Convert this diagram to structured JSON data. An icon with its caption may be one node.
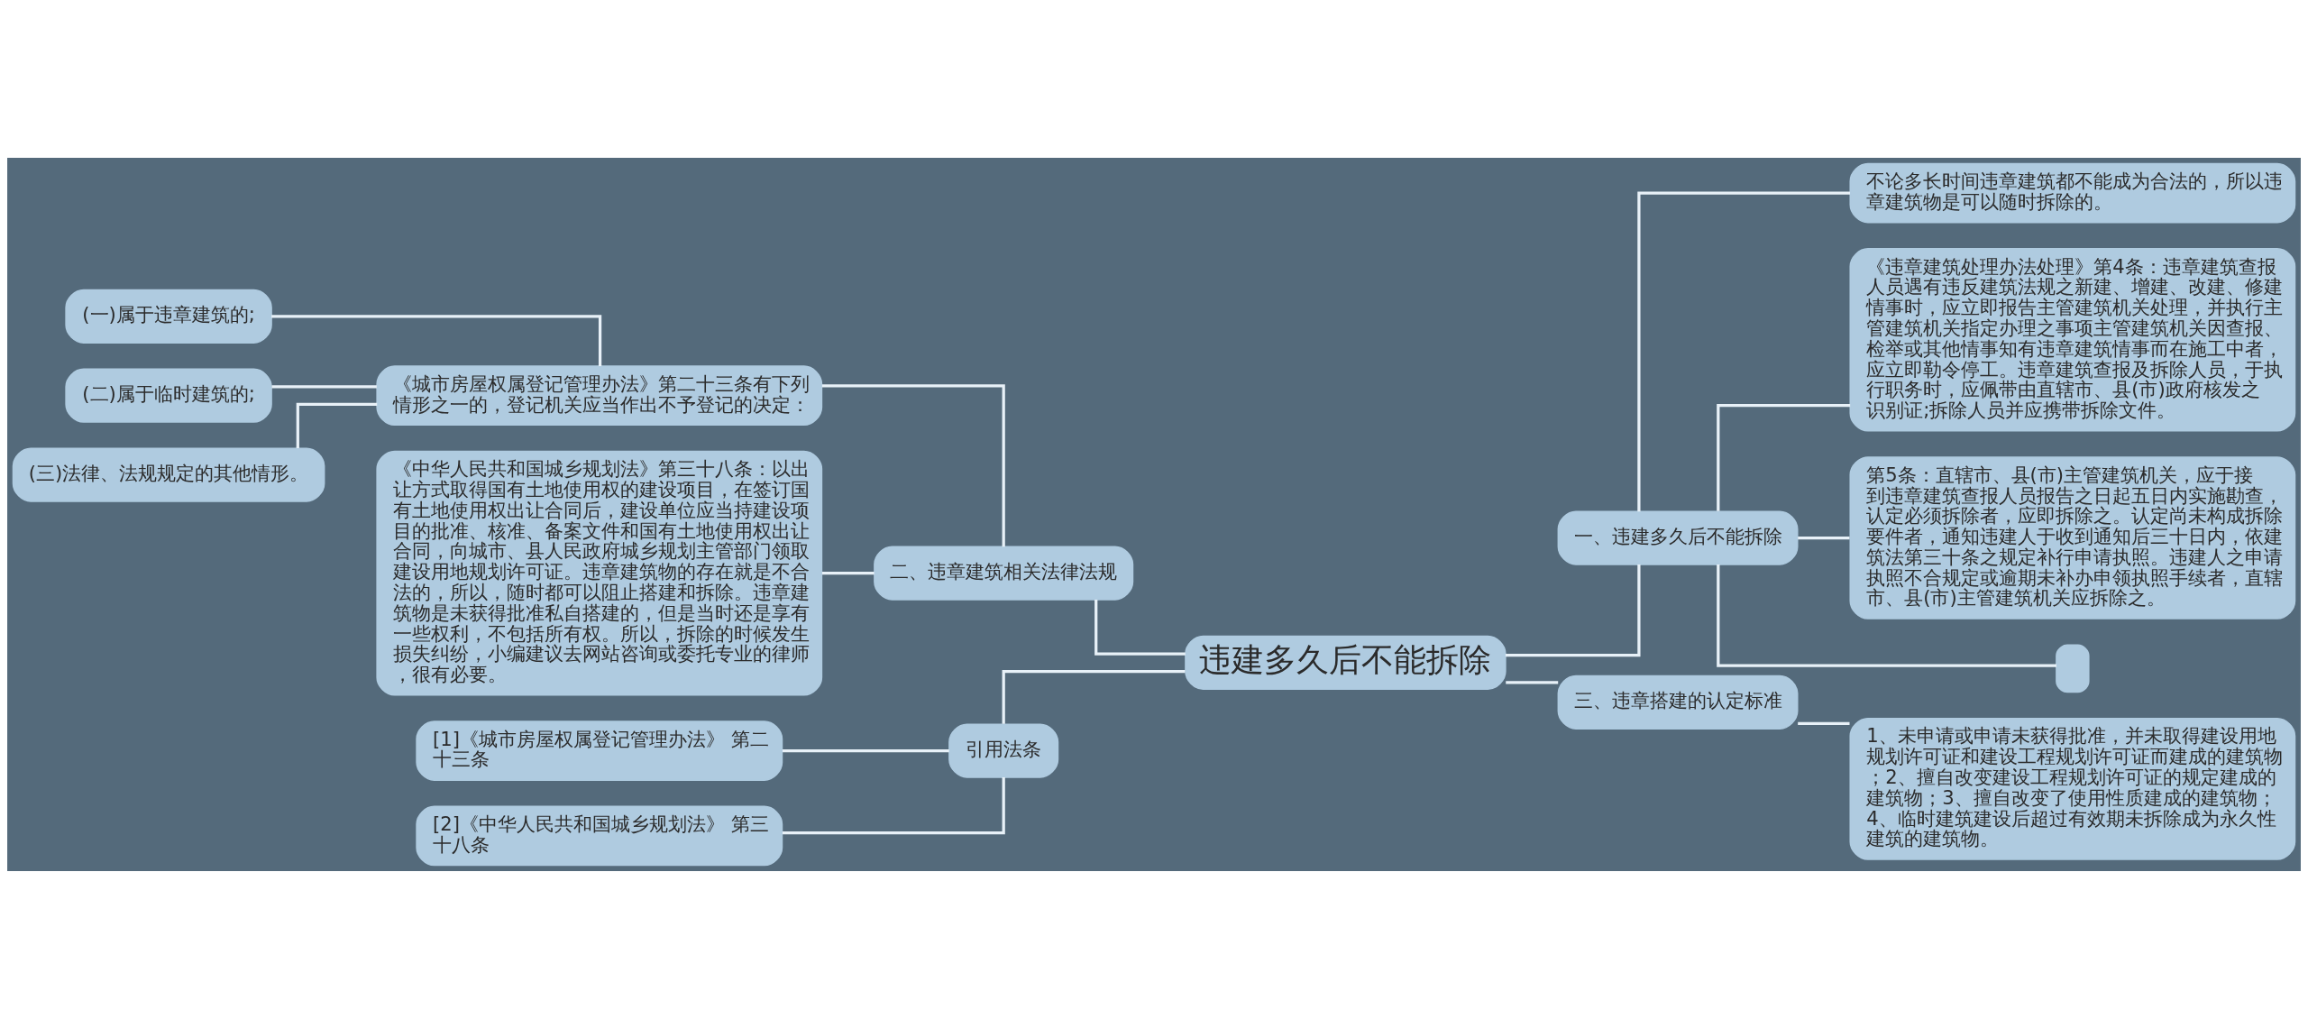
{
  "diagram": {
    "nodes": [
      {
        "text": [
          "违建多久后不能拆除"
        ]
      },
      {
        "text": [
          "一、违建多久后不能拆除"
        ]
      },
      {
        "text": [
          "不论多长时间违章建筑都不能成为合法的，所以违章建筑物是可以随时拆除的。"
        ]
      },
      {
        "text": [
          "《违章建筑处理办法处理》第4条：违章建筑查报人员遇有违反建筑法规之新建、增建、改建、修建情事时，应立即报告主管建筑机关处理，并执行主管建筑机关指定办理之事项主管建筑机关因查报、检举或其他情事知有违章建筑情事而在施工中者，应立即勒令停工。违章建筑查报及拆除人员，于执行职务时，应佩带由直辖市、县(市)政府核发之识别证;拆除人员并应携带拆除文件。"
        ]
      },
      {
        "text": [
          "第5条：直辖市、县(市)主管建筑机关，应于接到违章建筑查报人员报告之日起五日内实施勘查，认定必须拆除者，应即拆除之。认定尚未构成拆除要件者，通知违建人于收到通知后三十日内，依建筑法第三十条之规定补行申请执照。违建人之申请执照不合规定或逾期未补办申领执照手续者，直辖市、县(市)主管建筑机关应拆除之。"
        ]
      },
      {
        "text": [],
        "shape": "box"
      },
      {
        "text": [
          "三、违章搭建的认定标准"
        ]
      },
      {
        "text": [
          "1、未申请或申请未获得批准，并未取得建设用地规划许可证和建设工程规划许可证而建成的建筑物；2、擅自改变建设工程规划许可证的规定建成的建筑物；3、擅自改变了使用性质建成的建筑物；4、临时建筑建设后超过有效期未拆除成为永久性建筑的建筑物。"
        ]
      },
      {
        "text": [
          "二、违章建筑相关法律法规"
        ]
      },
      {
        "text": [
          "《城市房屋权属登记管理办法》第二十三条有下列情形之一的，登记机关应当作出不予登记的决定："
        ]
      },
      {
        "text": [
          "(一)属于违章建筑的;"
        ]
      },
      {
        "text": [
          "(二)属于临时建筑的;"
        ]
      },
      {
        "text": [
          "(三)法律、法规规定的其他情形。"
        ]
      },
      {
        "text": [
          "《中华人民共和国城乡规划法》第三十八条：以出让方式取得国有土地使用权的建设项目，在签订国有土地使用权出让合同后，建设单位应当持建设项目的批准、核准、备案文件和国有土地使用权出让合同，向城市、县人民政府城乡规划主管部门领取建设用地规划许可证。违章建筑物的存在就是不合法的，所以，随时都可以阻止搭建和拆除。违章建筑物是未获得批准私自搭建的，但是当时还是享有一些权利，不包括所有权。所以，拆除的时候发生损失纠纷，小编建议去网站咨询或委托专业的律师，很有必要。"
        ]
      },
      {
        "text": [
          "引用法条"
        ]
      },
      {
        "text": [
          "[1]《城市房屋权属登记管理办法》 第二十三条"
        ]
      },
      {
        "text": [
          "[2]《中华人民共和国城乡规划法》 第三十八条"
        ]
      }
    ],
    "edges": [
      {
        "from": 0,
        "to": 1,
        "arrow": "none"
      },
      {
        "from": 1,
        "to": 2,
        "arrow": "none"
      },
      {
        "from": 1,
        "to": 3,
        "arrow": "none"
      },
      {
        "from": 1,
        "to": 4,
        "arrow": "none"
      },
      {
        "from": 1,
        "to": 5,
        "arrow": "none"
      },
      {
        "from": 0,
        "to": 6,
        "arrow": "none"
      },
      {
        "from": 6,
        "to": 7,
        "arrow": "none"
      },
      {
        "from": 0,
        "to": 8,
        "arrow": "none"
      },
      {
        "from": 8,
        "to": 9,
        "arrow": "none"
      },
      {
        "from": 9,
        "to": 10,
        "arrow": "none"
      },
      {
        "from": 9,
        "to": 11,
        "arrow": "none"
      },
      {
        "from": 9,
        "to": 12,
        "arrow": "none"
      },
      {
        "from": 8,
        "to": 13,
        "arrow": "none"
      },
      {
        "from": 0,
        "to": 14,
        "arrow": "none"
      },
      {
        "from": 14,
        "to": 15,
        "arrow": "none"
      },
      {
        "from": 14,
        "to": 16,
        "arrow": "none"
      }
    ]
  }
}
